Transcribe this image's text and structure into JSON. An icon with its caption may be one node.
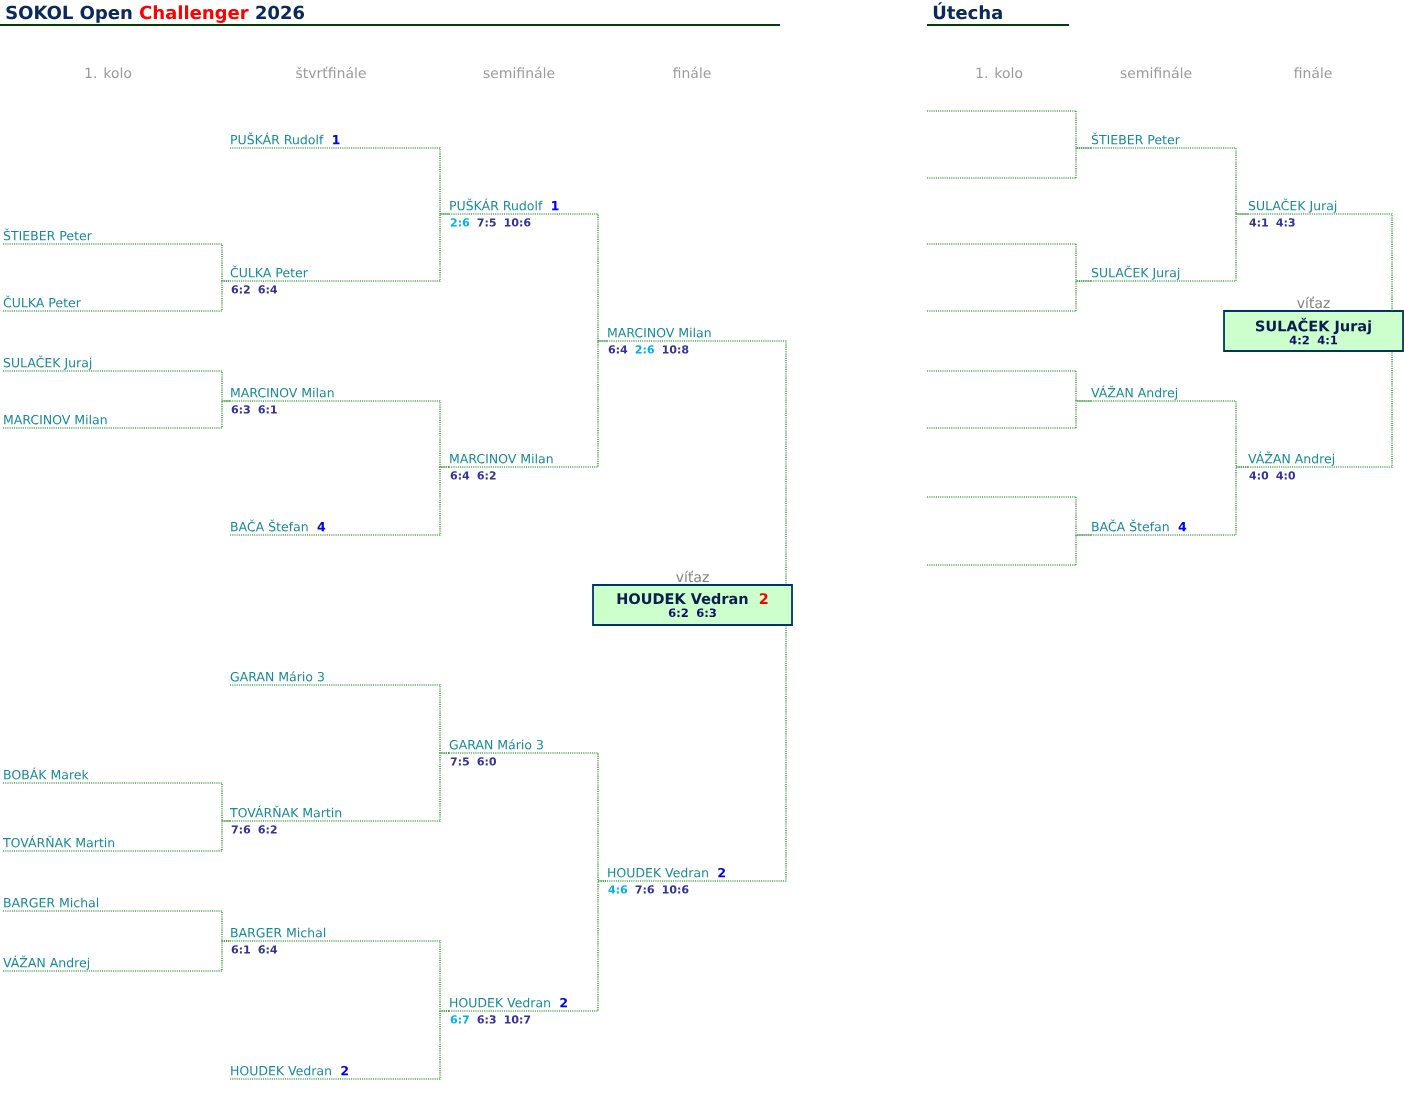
{
  "diagram": {
    "title": "SOKOL Open Challenger 2026",
    "nodes": [
      {
        "text": [
          "ŠTIEBER Peter"
        ]
      },
      {
        "text": [
          "ČULKA Peter"
        ]
      },
      {
        "text": [
          "SULAČEK Juraj"
        ]
      },
      {
        "text": [
          "MARCINOV Milan"
        ]
      },
      {
        "text": [
          "BOBÁK Marek"
        ]
      },
      {
        "text": [
          "TOVÁRŇAK Martin"
        ]
      },
      {
        "text": [
          "BARGER Michal"
        ]
      },
      {
        "text": [
          "VÁŽAN Andrej"
        ]
      },
      {
        "text": [
          "PUŠKÁR Rudolf **1**"
        ]
      },
      {
        "text": [
          "ČULKA Peter",
          "6:2 6:4"
        ]
      },
      {
        "text": [
          "MARCINOV Milan",
          "6:3 6:1"
        ]
      },
      {
        "text": [
          "BAČA Štefan **4**"
        ]
      },
      {
        "text": [
          "GARAN Mário 3"
        ]
      },
      {
        "text": [
          "TOVÁRŇAK Martin",
          "7:6 6:2"
        ]
      },
      {
        "text": [
          "BARGER Michal",
          "6:1 6:4"
        ]
      },
      {
        "text": [
          "HOUDEK Vedran **2**"
        ]
      },
      {
        "text": [
          "PUŠKÁR Rudolf **1**",
          "2:6 7:5 10:6"
        ]
      },
      {
        "text": [
          "MARCINOV Milan",
          "6:4 6:2"
        ]
      },
      {
        "text": [
          "GARAN Mário 3",
          "7:5 6:0"
        ]
      },
      {
        "text": [
          "HOUDEK Vedran **2**",
          "6:7 6:3 10:7"
        ]
      },
      {
        "text": [
          "MARCINOV Milan",
          "6:4 2:6 10:8"
        ]
      },
      {
        "text": [
          "HOUDEK Vedran **2**",
          "4:6 7:6 10:6"
        ]
      },
      {
        "text": [
          "víťaz",
          "HOUDEK Vedran **2**",
          "6:2 6:3"
        ]
      },
      {
        "text": [],
        "shape": "line"
      },
      {
        "text": [],
        "shape": "line"
      },
      {
        "text": [],
        "shape": "line"
      },
      {
        "text": [],
        "shape": "line"
      },
      {
        "text": [],
        "shape": "line"
      },
      {
        "text": [],
        "shape": "line"
      },
      {
        "text": [],
        "shape": "line"
      },
      {
        "text": [],
        "shape": "line"
      },
      {
        "text": [
          "ŠTIEBER Peter"
        ]
      },
      {
        "text": [
          "SULAČEK Juraj"
        ]
      },
      {
        "text": [
          "VÁŽAN Andrej"
        ]
      },
      {
        "text": [
          "BAČA Štefan **4**"
        ]
      },
      {
        "text": [
          "SULAČEK Juraj",
          "4:1 4:3"
        ]
      },
      {
        "text": [
          "VÁŽAN Andrej",
          "4:0 4:0"
        ]
      },
      {
        "text": [
          "víťaz",
          "SULAČEK Juraj",
          "4:2 4:1"
        ]
      }
    ],
    "edges": [
      {
        "from": 0,
        "to": 9,
        "arrow": "none"
      },
      {
        "from": 1,
        "to": 9,
        "arrow": "none"
      },
      {
        "from": 2,
        "to": 10,
        "arrow": "none"
      },
      {
        "from": 3,
        "to": 10,
        "arrow": "none"
      },
      {
        "from": 4,
        "to": 13,
        "arrow": "none"
      },
      {
        "from": 5,
        "to": 13,
        "arrow": "none"
      },
      {
        "from": 6,
        "to": 14,
        "arrow": "none"
      },
      {
        "from": 7,
        "to": 14,
        "arrow": "none"
      },
      {
        "from": 8,
        "to": 16,
        "arrow": "none"
      },
      {
        "from": 9,
        "to": 16,
        "arrow": "none"
      },
      {
        "from": 10,
        "to": 17,
        "arrow": "none"
      },
      {
        "from": 11,
        "to": 17,
        "arrow": "none"
      },
      {
        "from": 12,
        "to": 18,
        "arrow": "none"
      },
      {
        "from": 13,
        "to": 18,
        "arrow": "none"
      },
      {
        "from": 14,
        "to": 19,
        "arrow": "none"
      },
      {
        "from": 15,
        "to": 19,
        "arrow": "none"
      },
      {
        "from": 16,
        "to": 20,
        "arrow": "none"
      },
      {
        "from": 17,
        "to": 20,
        "arrow": "none"
      },
      {
        "from": 18,
        "to": 21,
        "arrow": "none"
      },
      {
        "from": 19,
        "to": 21,
        "arrow": "none"
      },
      {
        "from": 20,
        "to": 22,
        "arrow": "none"
      },
      {
        "from": 21,
        "to": 22,
        "arrow": "none"
      },
      {
        "from": 23,
        "to": 31,
        "arrow": "none"
      },
      {
        "from": 24,
        "to": 31,
        "arrow": "none"
      },
      {
        "from": 25,
        "to": 32,
        "arrow": "none"
      },
      {
        "from": 26,
        "to": 32,
        "arrow": "none"
      },
      {
        "from": 27,
        "to": 33,
        "arrow": "none"
      },
      {
        "from": 28,
        "to": 33,
        "arrow": "none"
      },
      {
        "from": 29,
        "to": 34,
        "arrow": "none"
      },
      {
        "from": 30,
        "to": 34,
        "arrow": "none"
      },
      {
        "from": 31,
        "to": 35,
        "arrow": "none"
      },
      {
        "from": 32,
        "to": 35,
        "arrow": "none"
      },
      {
        "from": 33,
        "to": 36,
        "arrow": "none"
      },
      {
        "from": 34,
        "to": 36,
        "arrow": "none"
      },
      {
        "from": 35,
        "to": 37,
        "arrow": "none"
      },
      {
        "from": 36,
        "to": 37,
        "arrow": "none"
      }
    ],
    "labels": [
      "Útecha",
      "1. kolo",
      "štvrťfinále",
      "semifinále",
      "finále",
      "1. kolo",
      "semifinále",
      "finále"
    ]
  }
}
